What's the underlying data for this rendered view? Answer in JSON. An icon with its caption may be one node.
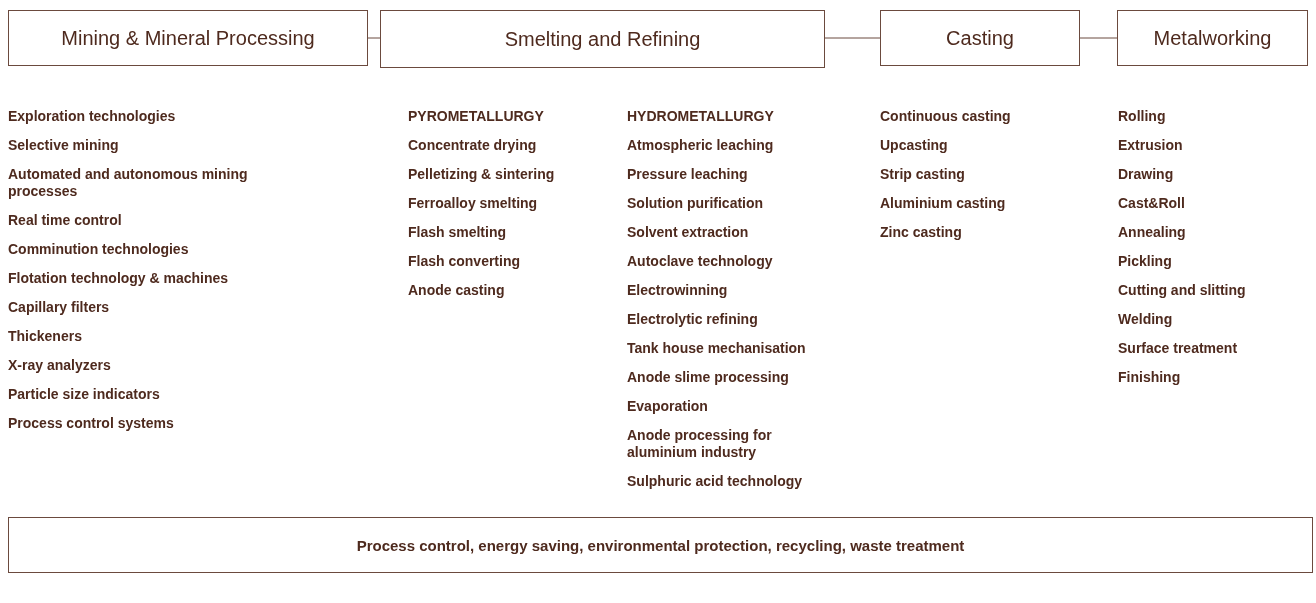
{
  "diagram": {
    "nodes": [
      {
        "text": [
          "Mining & Mineral Processing"
        ]
      },
      {
        "text": [
          "Smelting and Refining"
        ]
      },
      {
        "text": [
          "Casting"
        ]
      },
      {
        "text": [
          "Metalworking"
        ]
      },
      {
        "text": [
          "Process control, energy saving, environmental protection, recycling, waste treatment"
        ]
      }
    ],
    "edges": [
      {
        "from": 0,
        "to": 1,
        "arrow": "none"
      },
      {
        "from": 1,
        "to": 2,
        "arrow": "none"
      },
      {
        "from": 2,
        "to": 3,
        "arrow": "none"
      }
    ],
    "labels": [
      "Exploration technologies",
      "Selective mining",
      "Automated and autonomous mining processes",
      "Real time control",
      "Comminution technologies",
      "Flotation technology & machines",
      "Capillary filters",
      "Thickeners",
      "X-ray analyzers",
      "Particle size indicators",
      "Process control systems",
      "PYROMETALLURGY",
      "Concentrate drying",
      "Pelletizing & sintering",
      "Ferroalloy smelting",
      "Flash smelting",
      "Flash converting",
      "Anode casting",
      "HYDROMETALLURGY",
      "Atmospheric leaching",
      "Pressure leaching",
      "Solution purification",
      "Solvent extraction",
      "Autoclave technology",
      "Electrowinning",
      "Electrolytic refining",
      "Tank house mechanisation",
      "Anode slime processing",
      "Evaporation",
      "Anode processing for aluminium industry",
      "Sulphuric acid technology",
      "Continuous casting",
      "Upcasting",
      "Strip casting",
      "Aluminium casting",
      "Zinc casting",
      "Rolling",
      "Extrusion",
      "Drawing",
      "Cast&Roll",
      "Annealing",
      "Pickling",
      "Cutting and slitting",
      "Welding",
      "Surface treatment",
      "Finishing"
    ]
  }
}
